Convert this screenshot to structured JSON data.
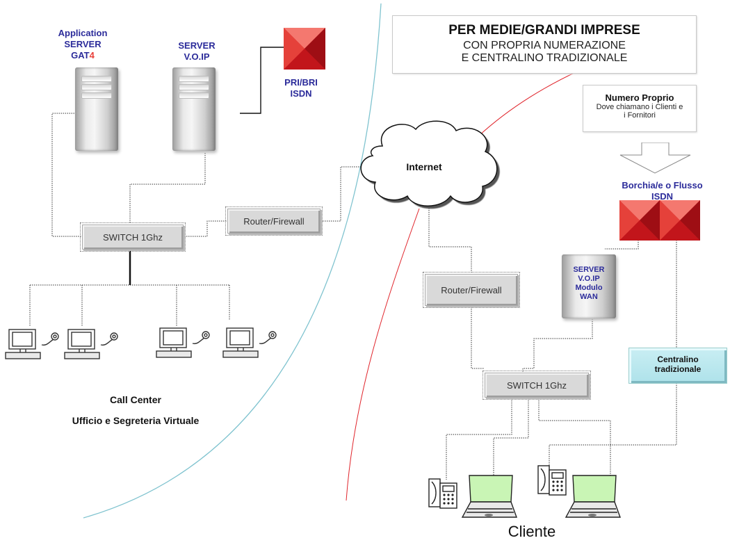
{
  "title": {
    "line1": "PER MEDIE/GRANDI IMPRESE",
    "line2": "CON PROPRIA NUMERAZIONE",
    "line3": "E CENTRALINO TRADIZIONALE"
  },
  "numero": {
    "heading": "Numero Proprio",
    "line1": "Dove chiamano i Clienti e",
    "line2": "i  Fornitori"
  },
  "left": {
    "app_server": {
      "line1": "Application",
      "line2": "SERVER",
      "line3_prefix": "GAT",
      "line3_suffix": "4"
    },
    "voip_server": {
      "line1": "SERVER",
      "line2": "V.O.IP"
    },
    "isdn": {
      "line1": "PRI/BRI",
      "line2": "ISDN"
    },
    "switch": "SWITCH 1Ghz",
    "router": "Router/Firewall",
    "caption1": "Call Center",
    "caption2": "Ufficio e Segreteria Virtuale"
  },
  "cloud": {
    "label": "Internet"
  },
  "right": {
    "borchia": {
      "line1": "Borchia/e o Flusso",
      "line2": "ISDN"
    },
    "server": {
      "line1": "SERVER",
      "line2": "V.O.IP",
      "line3": "Modulo",
      "line4": "WAN"
    },
    "router": "Router/Firewall",
    "switch": "SWITCH 1Ghz",
    "centralino": {
      "line1": "Centralino",
      "line2": "tradizionale"
    },
    "cliente": "Cliente"
  },
  "colors": {
    "label_blue": "#2b2b9a",
    "isdn_red": "#d81f26",
    "curve_blue": "#7fc3cf",
    "curve_red": "#e0242b",
    "laptop_screen": "#c9f5b5"
  },
  "icons": [
    "server-tower",
    "isdn-red-block",
    "internet-cloud",
    "desktop-pc",
    "headset",
    "laptop",
    "desk-phone",
    "down-arrow"
  ]
}
